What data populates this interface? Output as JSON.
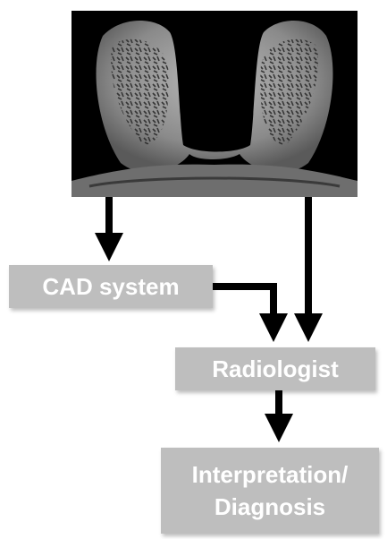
{
  "image": {
    "description_icon": "breast-mri-image"
  },
  "boxes": {
    "cad": "CAD system",
    "radiologist": "Radiologist",
    "interpretation_line1": "Interpretation/",
    "interpretation_line2": "Diagnosis"
  },
  "colors": {
    "box": "#bebebe",
    "text": "#ffffff",
    "arrow": "#000000"
  }
}
